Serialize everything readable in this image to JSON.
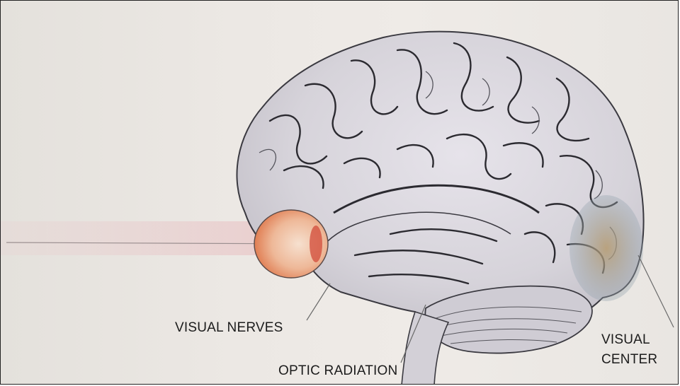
{
  "labels": {
    "visual_nerves": "VISUAL NERVES",
    "optic_radiation": "OPTIC RADIATION",
    "visual_center_line1": "VISUAL",
    "visual_center_line2": "CENTER"
  },
  "colors": {
    "brain_fill": "#d9d6dc",
    "sulci": "#2b2a30",
    "visual_center_tint": "#b39a6e",
    "eye_tint": "#e58a5a",
    "frame_border": "#222222"
  }
}
